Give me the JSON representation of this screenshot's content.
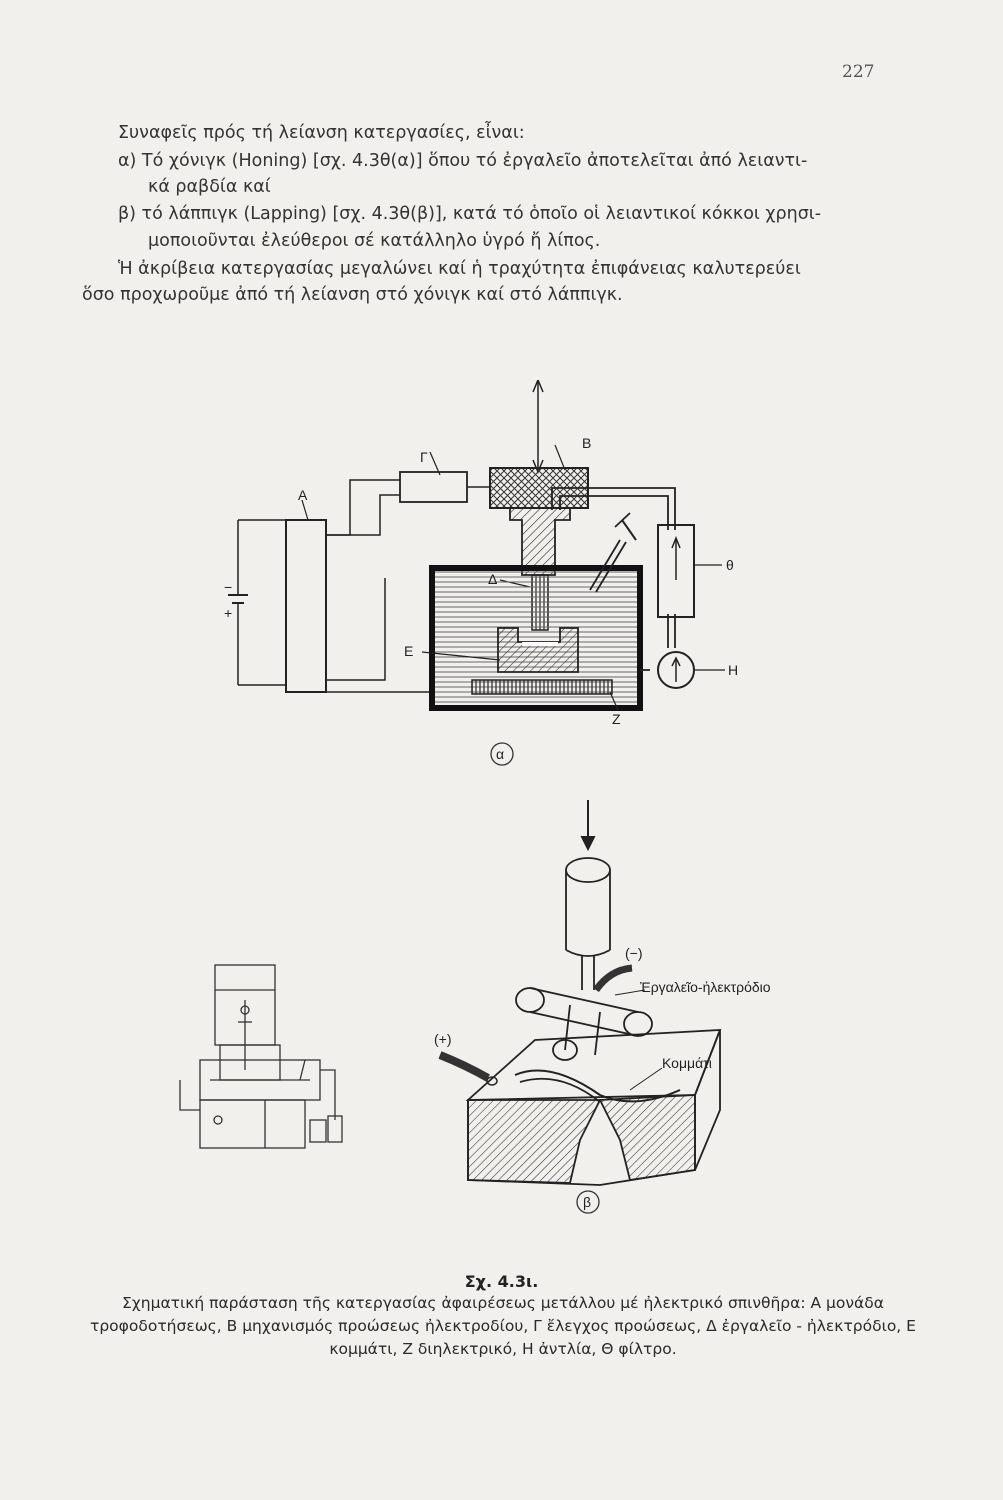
{
  "page_number": "227",
  "text": {
    "intro": "Συναφεῖς πρός τή λείανση κατεργασίες, εἶναι:",
    "item_a_1": "α) Τό χόνιγκ (Honing) [σχ. 4.3θ(α)] ὅπου τό ἐργαλεῖο ἀποτελεῖται ἀπό λειαντι-",
    "item_a_2": "κά ραβδία καί",
    "item_b_1": "β) τό λάππιγκ (Lapping) [σχ. 4.3θ(β)], κατά τό ὁποῖο οἱ λειαντικοί κόκκοι χρησι-",
    "item_b_2": "μοποιοῦνται ἐλεύθεροι σέ κατάλληλο ὑγρό ἤ λίπος.",
    "para_1": "Ἡ ἀκρίβεια κατεργασίας μεγαλώνει καί ἡ τραχύτητα ἐπιφάνειας καλυτερεύει",
    "para_2": "ὅσο προχωροῦμε ἀπό τή λείανση στό χόνιγκ καί στό λάππιγκ."
  },
  "figure_a": {
    "labels": {
      "A": "Α",
      "B": "Β",
      "G": "Γ",
      "D": "Δ",
      "E": "Ε",
      "Z": "Ζ",
      "H": "Η",
      "TH": "θ",
      "minus": "−",
      "plus": "+"
    },
    "sub_label": "α"
  },
  "figure_b": {
    "minus": "(−)",
    "plus": "(+)",
    "tool_electrode": "Ἐργαλεῖο-ἠλεκτρόδιο",
    "workpiece": "Κομμάτι",
    "sub_label": "β"
  },
  "caption": {
    "title": "Σχ. 4.3ι.",
    "text": "Σχηματική παράσταση τῆς κατεργασίας ἀφαιρέσεως μετάλλου μέ ἠλεκτρικό σπινθῆρα: Α μονάδα τροφοδοτήσεως, Β μηχανισμός προώσεως ἠλεκτροδίου, Γ ἔλεγχος προώσεως, Δ ἐργαλεῖο - ἠλεκτρόδιο, Ε κομμάτι, Ζ διηλεκτρικό, Η ἀντλία, Θ φίλτρο."
  }
}
